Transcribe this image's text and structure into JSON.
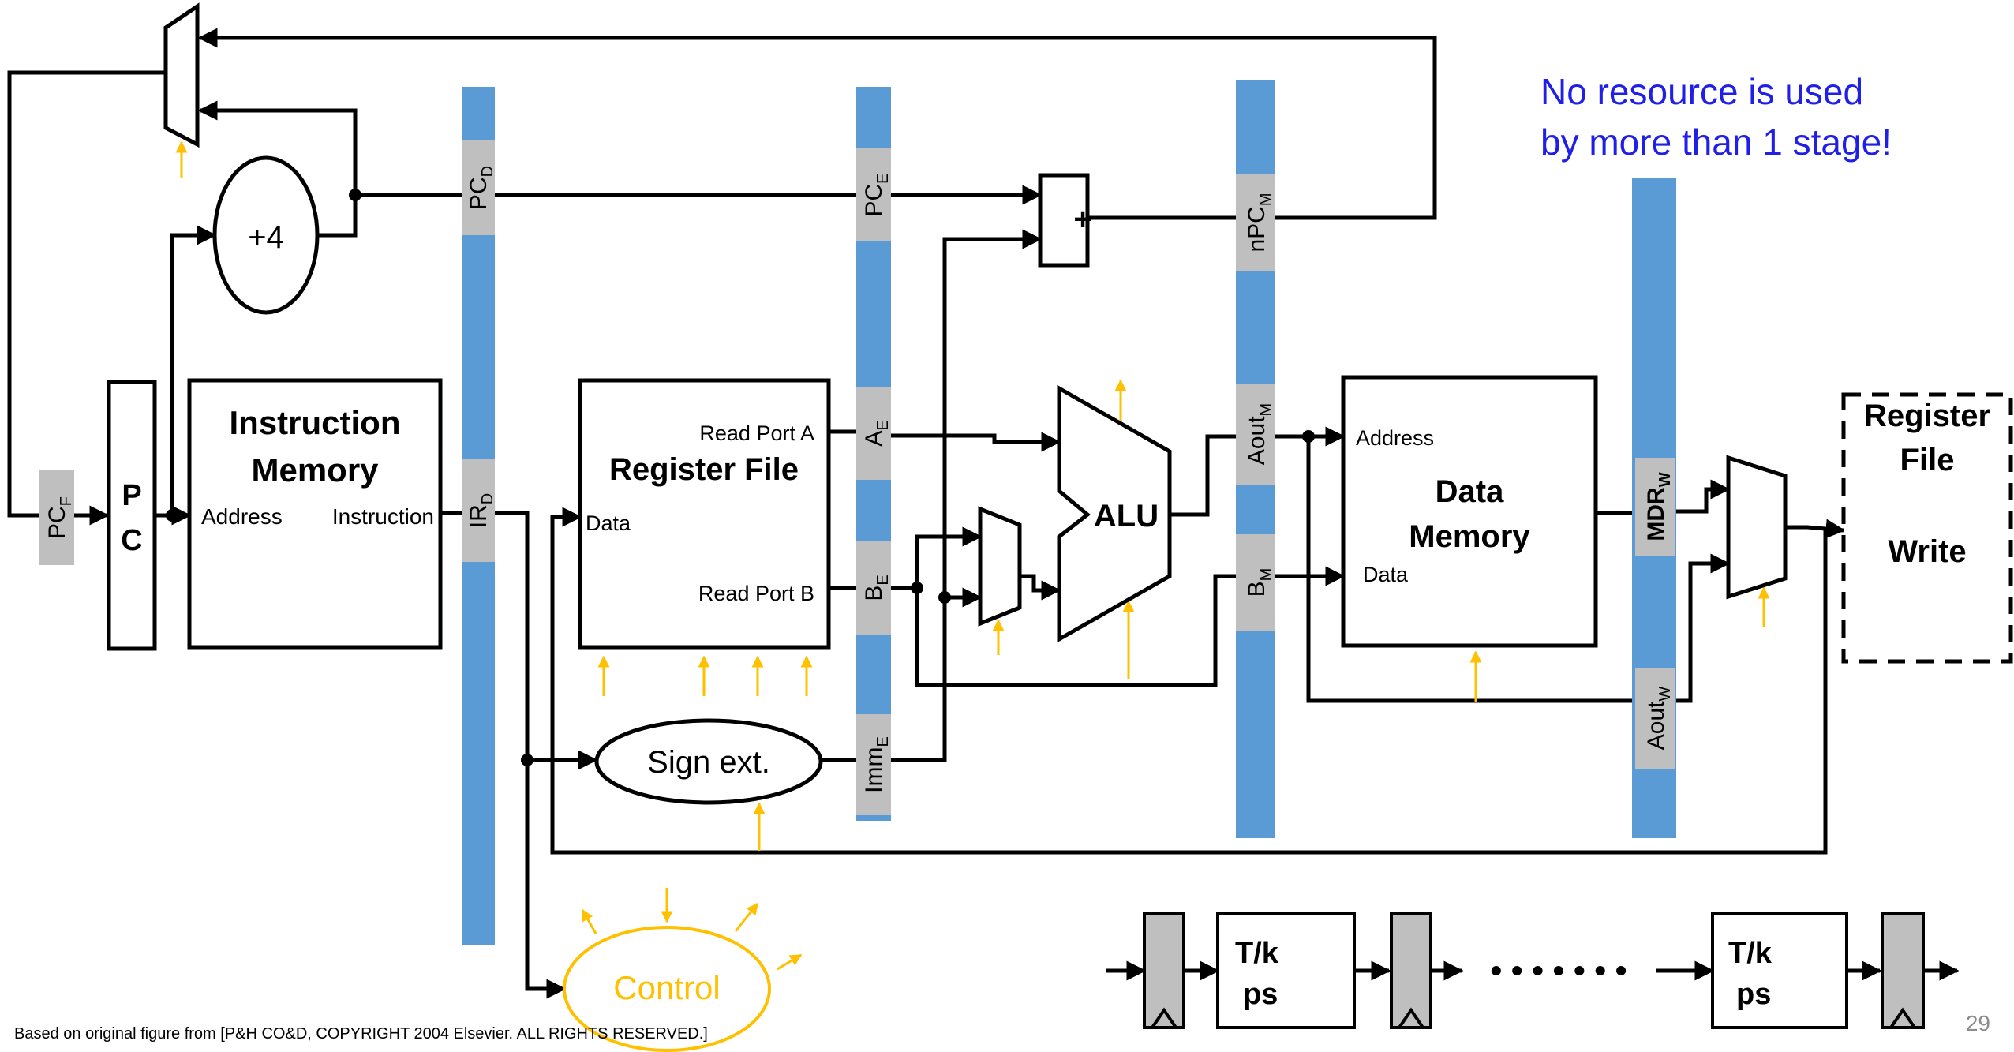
{
  "note": {
    "line1": "No resource is used",
    "line2": "by more than 1 stage!"
  },
  "blocks": {
    "pc_top": "P",
    "pc_bottom": "C",
    "instruction_memory_line1": "Instruction",
    "instruction_memory_line2": "Memory",
    "im_address": "Address",
    "im_instruction": "Instruction",
    "register_file": "Register File",
    "rf_read_a": "Read Port A",
    "rf_read_b": "Read Port B",
    "rf_data": "Data",
    "plus4": "+4",
    "adder": "+",
    "alu": "ALU",
    "sign_ext": "Sign ext.",
    "control": "Control",
    "data_memory_line1": "Data",
    "data_memory_line2": "Memory",
    "dm_address": "Address",
    "dm_data": "Data",
    "rf_write_line1": "Register",
    "rf_write_line2": "File",
    "rf_write_line3": "Write"
  },
  "pipeline_regs": {
    "pc_f": {
      "base": "PC",
      "sub": "F"
    },
    "pc_d": {
      "base": "PC",
      "sub": "D"
    },
    "ir_d": {
      "base": "IR",
      "sub": "D"
    },
    "pc_e": {
      "base": "PC",
      "sub": "E"
    },
    "a_e": {
      "base": "A",
      "sub": "E"
    },
    "b_e": {
      "base": "B",
      "sub": "E"
    },
    "imm_e": {
      "base": "Imm",
      "sub": "E"
    },
    "npc_m": {
      "base": "nPC",
      "sub": "M"
    },
    "aout_m": {
      "base": "Aout",
      "sub": "M"
    },
    "b_m": {
      "base": "B",
      "sub": "M"
    },
    "mdr_w": {
      "base": "MDR",
      "sub": "W"
    },
    "aout_w": {
      "base": "Aout",
      "sub": "W"
    }
  },
  "timing": {
    "stage_line1": "T/k",
    "stage_line2": "ps",
    "dots": "• • • • • • •"
  },
  "footer": {
    "credit": "Based on original figure from [P&H CO&D, COPYRIGHT 2004 Elsevier. ALL RIGHTS RESERVED.]",
    "page_number": "29"
  },
  "colors": {
    "stage_bar": "#5b9bd5",
    "latch": "#bfbfbf",
    "control": "#ffc000",
    "note": "#1f1fe8",
    "wire": "#000000"
  }
}
